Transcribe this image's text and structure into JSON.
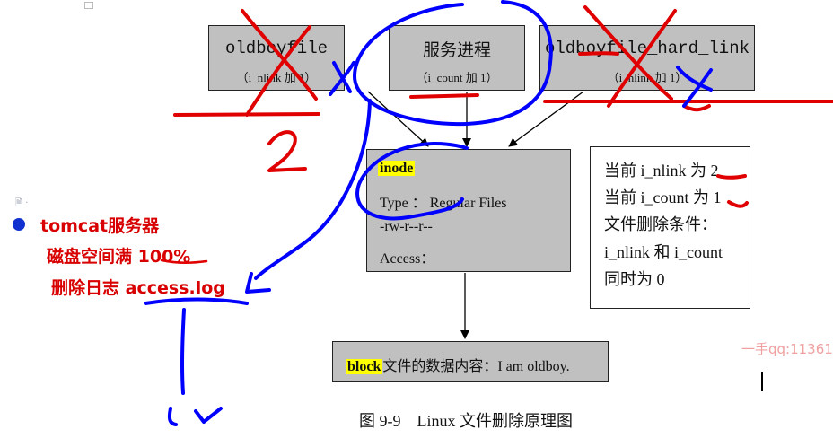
{
  "diagram": {
    "file_box": {
      "title": "oldboyfile",
      "sub": "（i_nlink 加 1）"
    },
    "process_box": {
      "title": "服务进程",
      "sub": "（i_count 加 1）"
    },
    "hardlink_box": {
      "title": "oldboyfile_hard_link",
      "sub": "（i_nlink 加 1）"
    },
    "inode_box": {
      "label": "inode",
      "type_line": "Type ： Regular Files",
      "perm_line": "-rw-r--r--",
      "access_line": "Access："
    },
    "block_box": {
      "label": "block",
      "content": "文件的数据内容：I am oldboy."
    },
    "rules": [
      "当前 i_nlink 为 2",
      "当前 i_count 为 1",
      "文件删除条件：",
      "i_nlink 和 i_count",
      "同时为 0"
    ],
    "caption": "图 9-9　Linux 文件删除原理图"
  },
  "notes": {
    "line1": "tomcat服务器",
    "line2_prefix": "磁盘空间满 ",
    "line2_value": "100%",
    "line3_prefix": "删除日志 ",
    "line3_value": "access.log"
  },
  "watermark": "一手qq:11361",
  "doc_icon": "🗎 ·",
  "colors": {
    "box_fill": "#c0c0c0",
    "highlight": "#ffff00",
    "ink_red": "#e00000",
    "ink_blue": "#0000ff",
    "note_red": "#d80000"
  }
}
